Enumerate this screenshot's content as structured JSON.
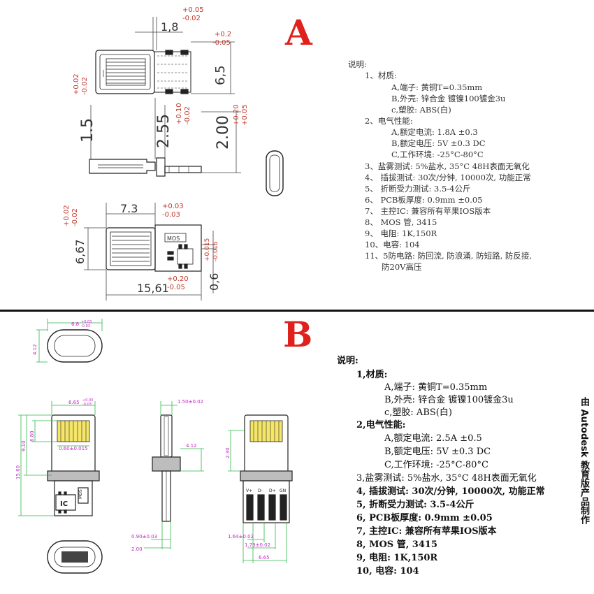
{
  "panel_a": {
    "label": "A",
    "notes_title": "说明:",
    "notes": [
      "1、材质:",
      "A,端子: 黄铜T=0.35mm",
      "B,外壳: 锌合金   镀镍100镀金3u",
      "c,塑胶: ABS(白)",
      "2、电气性能:",
      "A,额定电流: 1.8A ±0.3",
      "B,额定电压: 5V ±0.3 DC",
      "C,工作环境: -25°C-80°C",
      "3、盐雾测试: 5%盐水, 35°C   48H表面无氧化",
      "4、 插拔测试: 30次/分钟, 10000次, 功能正常",
      "5、 折断受力测试: 3.5-4公斤",
      "6、 PCB板厚度: 0.9mm ±0.05",
      "7、 主控IC: 兼容所有苹果IOS版本",
      "8、 MOS 管, 3415",
      "9、 电阻: 1K,150R",
      "10、电容: 104",
      "11、5防电路: 防回流, 防浪涌, 防短路, 防反接,",
      "防20V高压"
    ],
    "dims": {
      "d18": "1,8",
      "d18_tol_plus": "+0.05",
      "d18_tol_minus": "-0.02",
      "tol_02_plus": "+0.2",
      "tol_02_minus": "-0.05",
      "d65": "6,5",
      "tol_left_plus": "+0.02",
      "tol_left_minus": "-0.02",
      "d15": "1.5",
      "d255": "2.55",
      "tol_255_plus": "+0.10",
      "tol_255_minus": "-0.02",
      "d200": "2.00",
      "tol_200_plus": "+0.20",
      "tol_200_minus": "+0.05",
      "d73": "7.3",
      "tol_73_plus": "+0.03",
      "tol_73_minus": "-0.03",
      "tol_667_plus": "+0.02",
      "tol_667_minus": "-0.02",
      "d667": "6,67",
      "tol_side_plus": "+0.015",
      "tol_side_minus": "-0.015",
      "d06": "0,6",
      "tol_1561_plus": "+0.20",
      "tol_1561_minus": "-0.05",
      "d1561": "15,61",
      "mos_label": "MOS"
    }
  },
  "panel_b": {
    "label": "B",
    "notes_title": "说明:",
    "notes": [
      "1,材质:",
      "A,端子: 黄铜T=0.35mm",
      "B,外壳: 锌合金   镀镍100镀金3u",
      "c,塑胶: ABS(白)",
      "2,电气性能:",
      "A,额定电流: 2.5A ±0.5",
      "B,额定电压: 5V ±0.3 DC",
      "C,工作环境: -25°C-80°C",
      "3,盐雾测试: 5%盐水, 35°C   48H表面无氧化",
      "4,  插拔测试: 30次/分钟, 10000次, 功能正常",
      "5,  折断受力测试: 3.5-4公斤",
      "6,  PCB板厚度: 0.9mm ±0.05",
      "7,  主控IC: 兼容所有苹果IOS版本",
      "8,  MOS 管, 3415",
      "9,  电阻: 1K,150R",
      "10, 电容: 104"
    ],
    "credit": "由 Autodesk 教育版产品制作",
    "dims": {
      "d68": "6.8",
      "d68_tol_plus": "+0.03",
      "d68_tol_minus": "-0.03",
      "d412_top": "4.12",
      "d665_top": "6.65",
      "d665_tol_plus": "+0.03",
      "d665_tol_minus": "-0.03",
      "d910": "9.10",
      "d680": "6.80",
      "d060": "0.60±0.015",
      "d1560": "15.60",
      "d150": "1.50±0.02",
      "d412_mid": "4.12",
      "d090": "0.90±0.03",
      "d200": "2.00",
      "d230": "2.30",
      "d164": "1.64±0.02",
      "d173": "1.73±0.02",
      "d665_bot": "6.65",
      "pin_labels": [
        "V+",
        "D-",
        "D+",
        "GN"
      ],
      "ic_label": "IC",
      "mos_label": "MOS"
    }
  },
  "colors": {
    "accent_red": "#e0201c",
    "dim_green": "#2db84a",
    "dim_magenta": "#c229c2",
    "tol_red": "#c0392b",
    "pin_yellow": "#f5e66a"
  }
}
